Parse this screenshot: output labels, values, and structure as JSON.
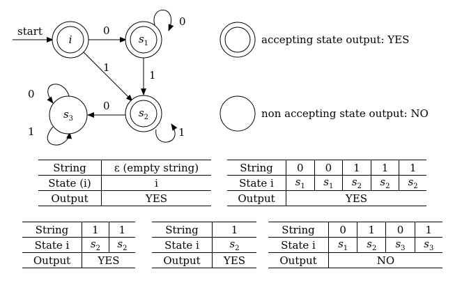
{
  "diagram": {
    "start_label": "start",
    "states": [
      {
        "id": "i",
        "label": "i",
        "accepting": true
      },
      {
        "id": "s1",
        "label": "s",
        "sub": "1",
        "accepting": true
      },
      {
        "id": "s2",
        "label": "s",
        "sub": "2",
        "accepting": true
      },
      {
        "id": "s3",
        "label": "s",
        "sub": "3",
        "accepting": false
      }
    ],
    "transitions": [
      {
        "from": "i",
        "to": "s1",
        "label": "0"
      },
      {
        "from": "s1",
        "to": "s1",
        "label": "0"
      },
      {
        "from": "i",
        "to": "s2",
        "label": "1"
      },
      {
        "from": "s1",
        "to": "s2",
        "label": "1"
      },
      {
        "from": "s2",
        "to": "s3",
        "label": "0"
      },
      {
        "from": "s2",
        "to": "s2",
        "label": "1"
      },
      {
        "from": "s3",
        "to": "s3",
        "label": "0"
      },
      {
        "from": "s3",
        "to": "s3",
        "label": "1"
      }
    ]
  },
  "legend": {
    "accepting": "accepting state output: YES",
    "non_accepting": "non accepting state output: NO"
  },
  "row_labels": {
    "string": "String",
    "state_paren": "State (i)",
    "state": "State i",
    "output": "Output"
  },
  "tables": [
    {
      "symbols": [
        "ε (empty string)"
      ],
      "states": [
        {
          "label": "i"
        }
      ],
      "output": "YES"
    },
    {
      "symbols": [
        "0",
        "0",
        "1",
        "1",
        "1"
      ],
      "states": [
        {
          "label": "s",
          "sub": "1"
        },
        {
          "label": "s",
          "sub": "1"
        },
        {
          "label": "s",
          "sub": "2"
        },
        {
          "label": "s",
          "sub": "2"
        },
        {
          "label": "s",
          "sub": "2"
        }
      ],
      "output": "YES"
    },
    {
      "symbols": [
        "1",
        "1"
      ],
      "states": [
        {
          "label": "s",
          "sub": "2"
        },
        {
          "label": "s",
          "sub": "2"
        }
      ],
      "output": "YES"
    },
    {
      "symbols": [
        "1"
      ],
      "states": [
        {
          "label": "s",
          "sub": "2"
        }
      ],
      "output": "YES"
    },
    {
      "symbols": [
        "0",
        "1",
        "0",
        "1"
      ],
      "states": [
        {
          "label": "s",
          "sub": "1"
        },
        {
          "label": "s",
          "sub": "2"
        },
        {
          "label": "s",
          "sub": "3"
        },
        {
          "label": "s",
          "sub": "3"
        }
      ],
      "output": "NO"
    }
  ]
}
